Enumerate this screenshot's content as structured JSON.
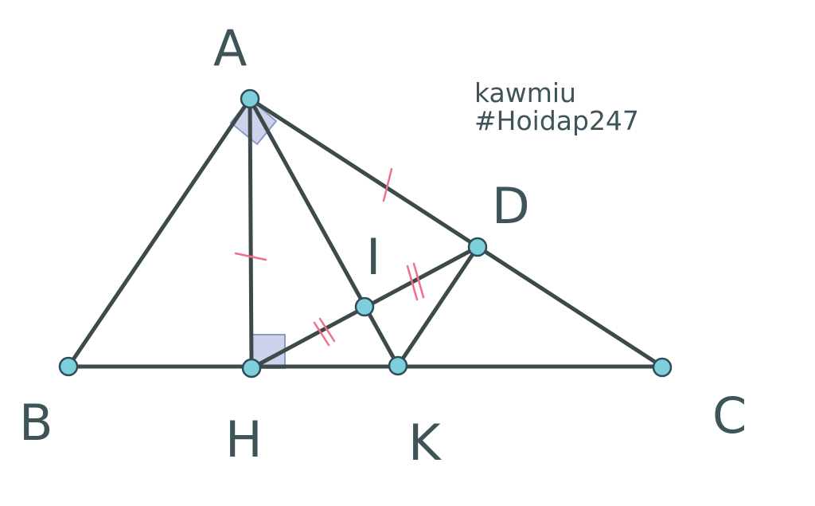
{
  "figure": {
    "points": {
      "A": {
        "label": "A"
      },
      "B": {
        "label": "B"
      },
      "C": {
        "label": "C"
      },
      "H": {
        "label": "H"
      },
      "K": {
        "label": "K"
      },
      "D": {
        "label": "D"
      },
      "I": {
        "label": "I"
      }
    },
    "segments": [
      [
        "A",
        "B"
      ],
      [
        "A",
        "C"
      ],
      [
        "B",
        "C"
      ],
      [
        "A",
        "H"
      ],
      [
        "A",
        "K"
      ],
      [
        "H",
        "D"
      ],
      [
        "D",
        "K"
      ]
    ],
    "right_angles": [
      "A",
      "H"
    ],
    "equal_marks": {
      "single": [
        [
          "A",
          "H"
        ],
        [
          "A",
          "D"
        ]
      ],
      "double": [
        [
          "H",
          "I"
        ],
        [
          "I",
          "D"
        ]
      ]
    },
    "colors": {
      "line": "#3d4a4a",
      "point_fill": "#7ecfdc",
      "tick": "#f0708a",
      "right_angle_fill": "#cdd3ec",
      "label": "#3f5459"
    }
  },
  "credit": {
    "line1": "kawmiu",
    "line2": "#Hoidap247"
  }
}
